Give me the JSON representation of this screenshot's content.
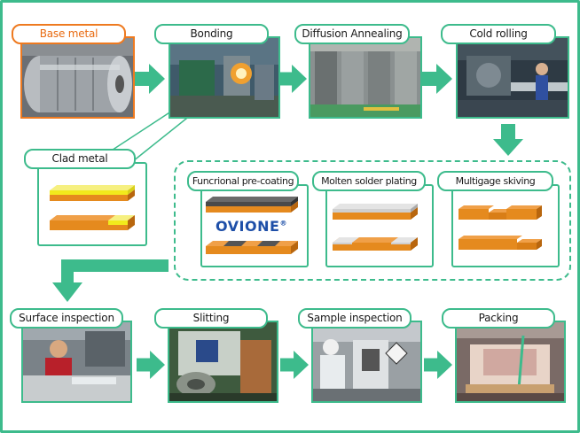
{
  "process": {
    "base_metal": "Base metal",
    "bonding": "Bonding",
    "diffusion_annealing": "Diffusion Annealing",
    "cold_rolling": "Cold rolling",
    "clad_metal": "Clad metal",
    "functional_precoating": "Funcrional pre-coating",
    "molten_solder_plating": "Molten solder plating",
    "multigage_skiving": "Multigage skiving",
    "surface_inspection": "Surface inspection",
    "slitting": "Slitting",
    "sample_inspection": "Sample inspection",
    "packing": "Packing"
  },
  "brand": {
    "name": "OVIONE",
    "mark": "®"
  },
  "colors": {
    "frame_green": "#3dbb8c",
    "base_orange": "#ee7a20",
    "copper_orange": "#e58a1e",
    "clad_yellow": "#f2ea1c",
    "solder_gray": "#cfcfcf",
    "coating_dark": "#4a4a4a",
    "brand_blue": "#1e4fa8"
  }
}
